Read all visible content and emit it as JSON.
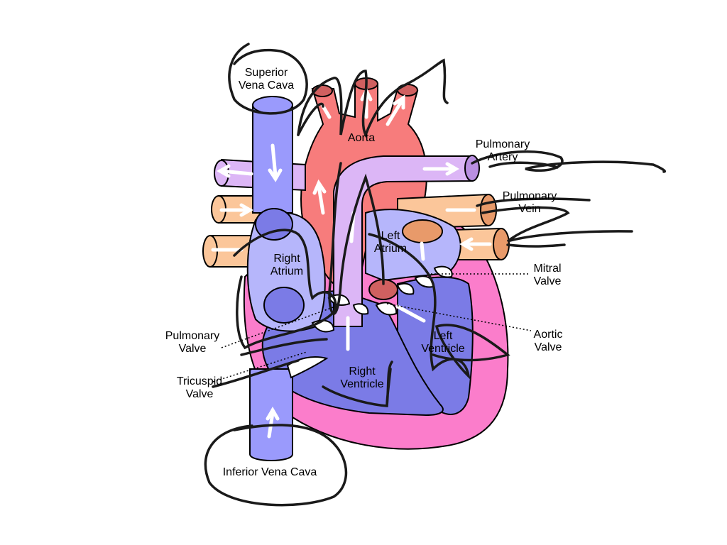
{
  "colors": {
    "vein_blue": "#9a9afc",
    "ventricle_blue": "#7b7be6",
    "atrium_light": "#b6b6fb",
    "pericardium_pink": "#fb7dcb",
    "aorta_red": "#f77c7c",
    "aorta_dark": "#d06060",
    "pulmonary_artery_lilac": "#dcb6f6",
    "pulmonary_vein_peach": "#fbc69a",
    "pulmonary_vein_orange": "#e89a6a",
    "outline": "#000000",
    "scribble": "#1a1a1a"
  },
  "labels": {
    "superior_vena_cava": {
      "line1": "Superior",
      "line2": "Vena Cava"
    },
    "aorta": "Aorta",
    "pulmonary_artery": {
      "line1": "Pulmonary",
      "line2": "Artery"
    },
    "pulmonary_vein": {
      "line1": "Pulmonary",
      "line2": "Vein"
    },
    "left_atrium": {
      "line1": "Left",
      "line2": "Atrium"
    },
    "right_atrium": {
      "line1": "Right",
      "line2": "Atrium"
    },
    "mitral_valve": {
      "line1": "Mitral",
      "line2": "Valve"
    },
    "aortic_valve": {
      "line1": "Aortic",
      "line2": "Valve"
    },
    "pulmonary_valve": {
      "line1": "Pulmonary",
      "line2": "Valve"
    },
    "tricuspid_valve": {
      "line1": "Tricuspid",
      "line2": "Valve"
    },
    "left_ventricle": {
      "line1": "Left",
      "line2": "Ventricle"
    },
    "right_ventricle": {
      "line1": "Right",
      "line2": "Ventricle"
    },
    "inferior_vena_cava": "Inferior Vena Cava"
  }
}
